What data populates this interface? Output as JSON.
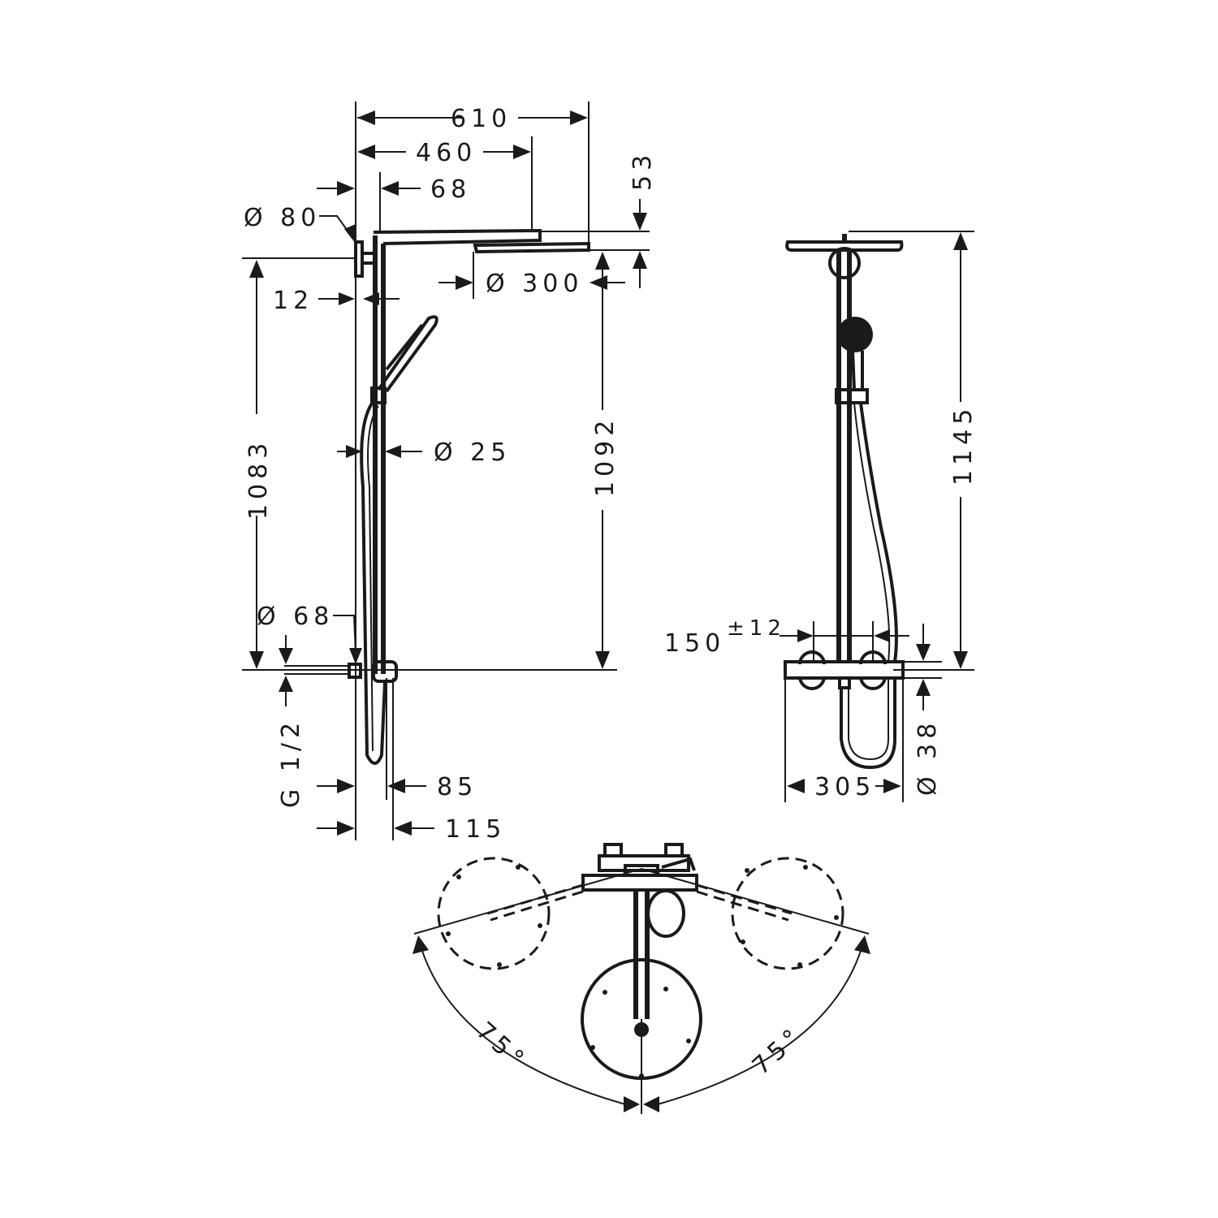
{
  "side_view": {
    "overall_width": "610",
    "arm_length": "460",
    "wall_to_pipe": "68",
    "wall_plate_diameter": "Ø 80",
    "plate_thickness": "12",
    "head_diameter": "Ø 300",
    "head_height": "53",
    "height_to_arm": "1083",
    "height_to_head": "1092",
    "pipe_diameter": "Ø 25",
    "connector_diameter": "Ø 68",
    "thread": "G 1/2",
    "depth_min": "85",
    "depth_max": "115"
  },
  "front_view": {
    "total_height": "1145",
    "inlet_spacing": "150",
    "inlet_tolerance": "±12",
    "thermostat_width": "305",
    "thermostat_diameter": "Ø 38"
  },
  "top_view": {
    "swivel_left": "75°",
    "swivel_right": "75°"
  }
}
